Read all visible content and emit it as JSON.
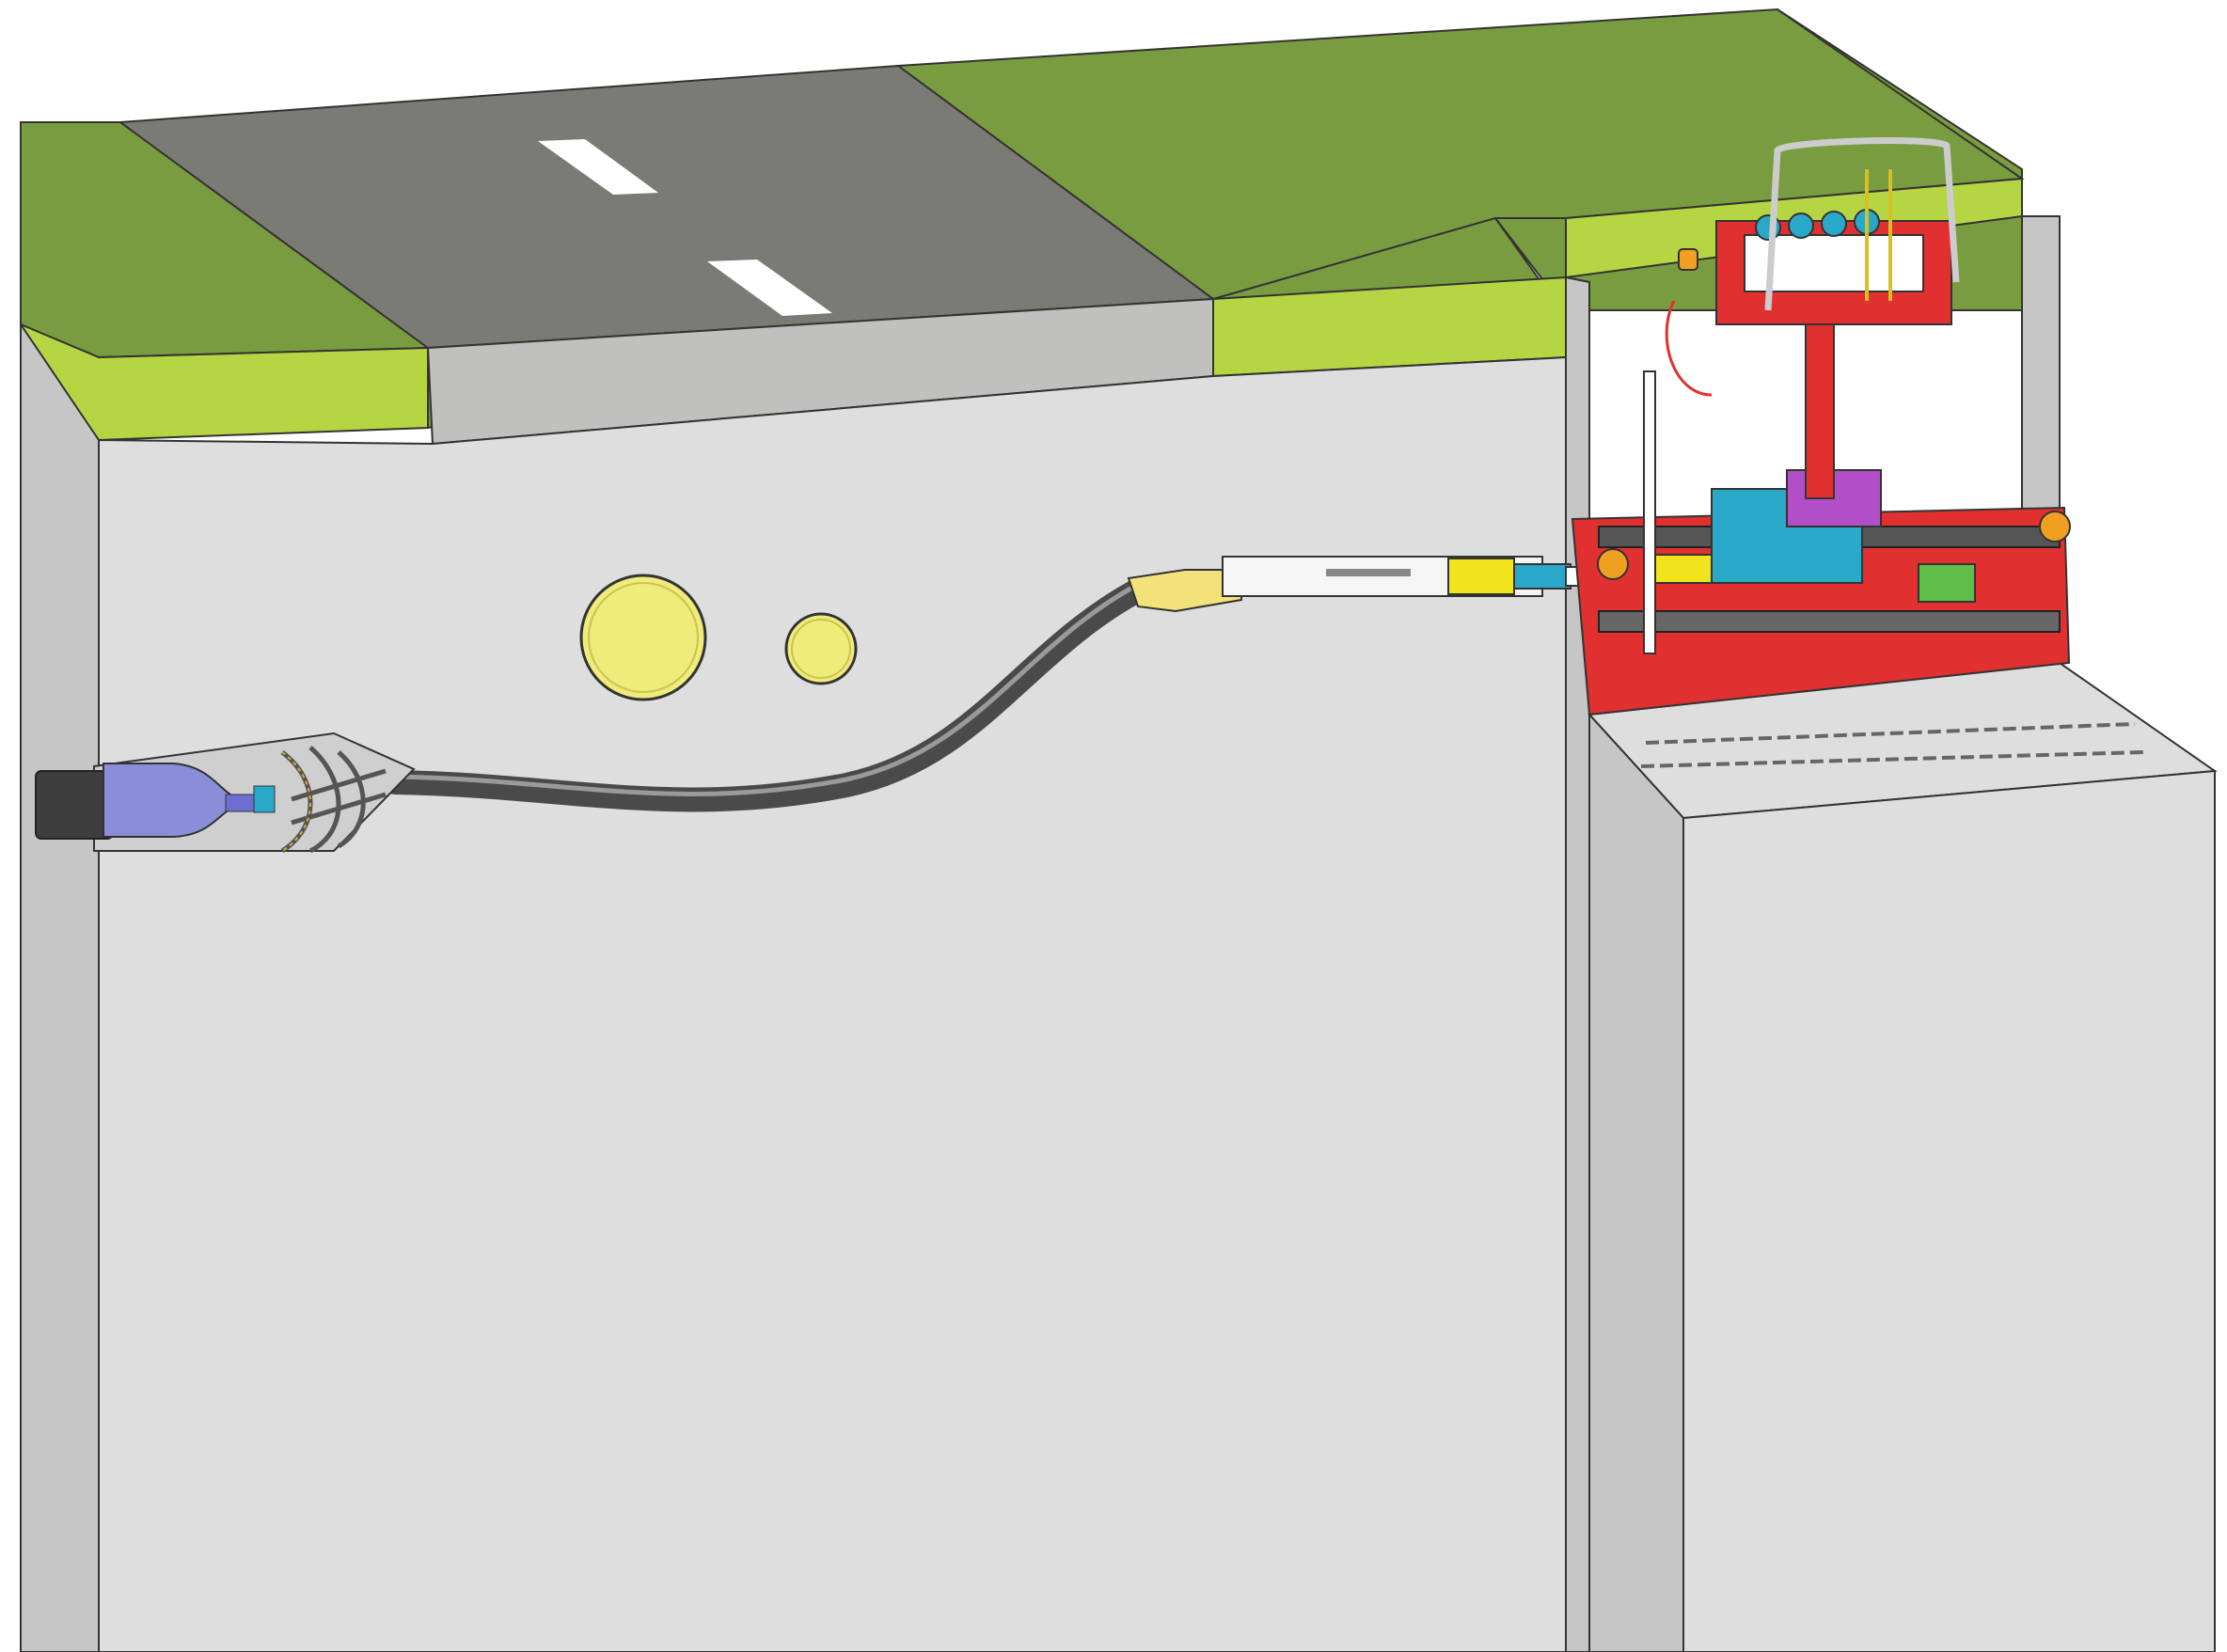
{
  "figure": {
    "type": "cross-section illustration",
    "labels": []
  },
  "colors": {
    "grass_top": "#7a9c40",
    "grass_edge": "#b5d642",
    "road_top": "#7b7b76",
    "road_edge": "#c0c0be",
    "road_marking": "#ffffff",
    "soil_face": "#dedede",
    "soil_side": "#c6c6c6",
    "outline": "#333333",
    "buried_pipes": "#f0ec7a",
    "bore_path": "#4a4a4a",
    "drill_head": "#8a8ed8",
    "rig_frame": "#e03030",
    "rig_components": "#2aa8c8",
    "rig_accent_yellow": "#f1e31c",
    "rig_accent_purple": "#b24fc8",
    "rig_accent_green": "#5fbf4a",
    "rig_accent_orange": "#f0a020"
  },
  "components": [
    "road-surface",
    "lane-markings",
    "grass-surface",
    "soil-block",
    "launch-pit",
    "buried-utility-pipes",
    "bore-path",
    "drill-head",
    "drill-rod-string",
    "boring-rig",
    "control-unit"
  ]
}
